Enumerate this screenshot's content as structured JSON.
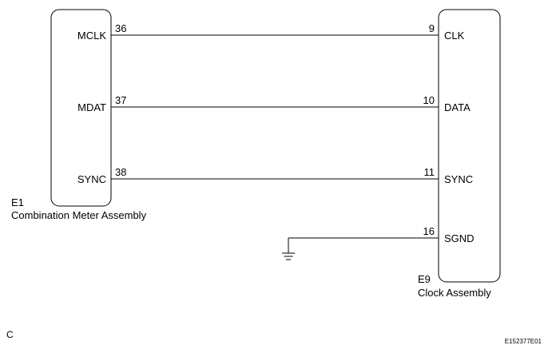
{
  "left_connector": {
    "code": "E1",
    "name": "Combination Meter Assembly",
    "pins": [
      {
        "label": "MCLK",
        "number": "36"
      },
      {
        "label": "MDAT",
        "number": "37"
      },
      {
        "label": "SYNC",
        "number": "38"
      }
    ]
  },
  "right_connector": {
    "code": "E9",
    "name": "Clock Assembly",
    "pins": [
      {
        "label": "CLK",
        "number": "9"
      },
      {
        "label": "DATA",
        "number": "10"
      },
      {
        "label": "SYNC",
        "number": "11"
      },
      {
        "label": "SGND",
        "number": "16"
      }
    ]
  },
  "wires": [
    {
      "from": "36",
      "to": "9"
    },
    {
      "from": "37",
      "to": "10"
    },
    {
      "from": "38",
      "to": "11"
    },
    {
      "from": "16",
      "to": "ground"
    }
  ],
  "footer": {
    "left_letter": "C",
    "figure_code": "E152377E01"
  }
}
